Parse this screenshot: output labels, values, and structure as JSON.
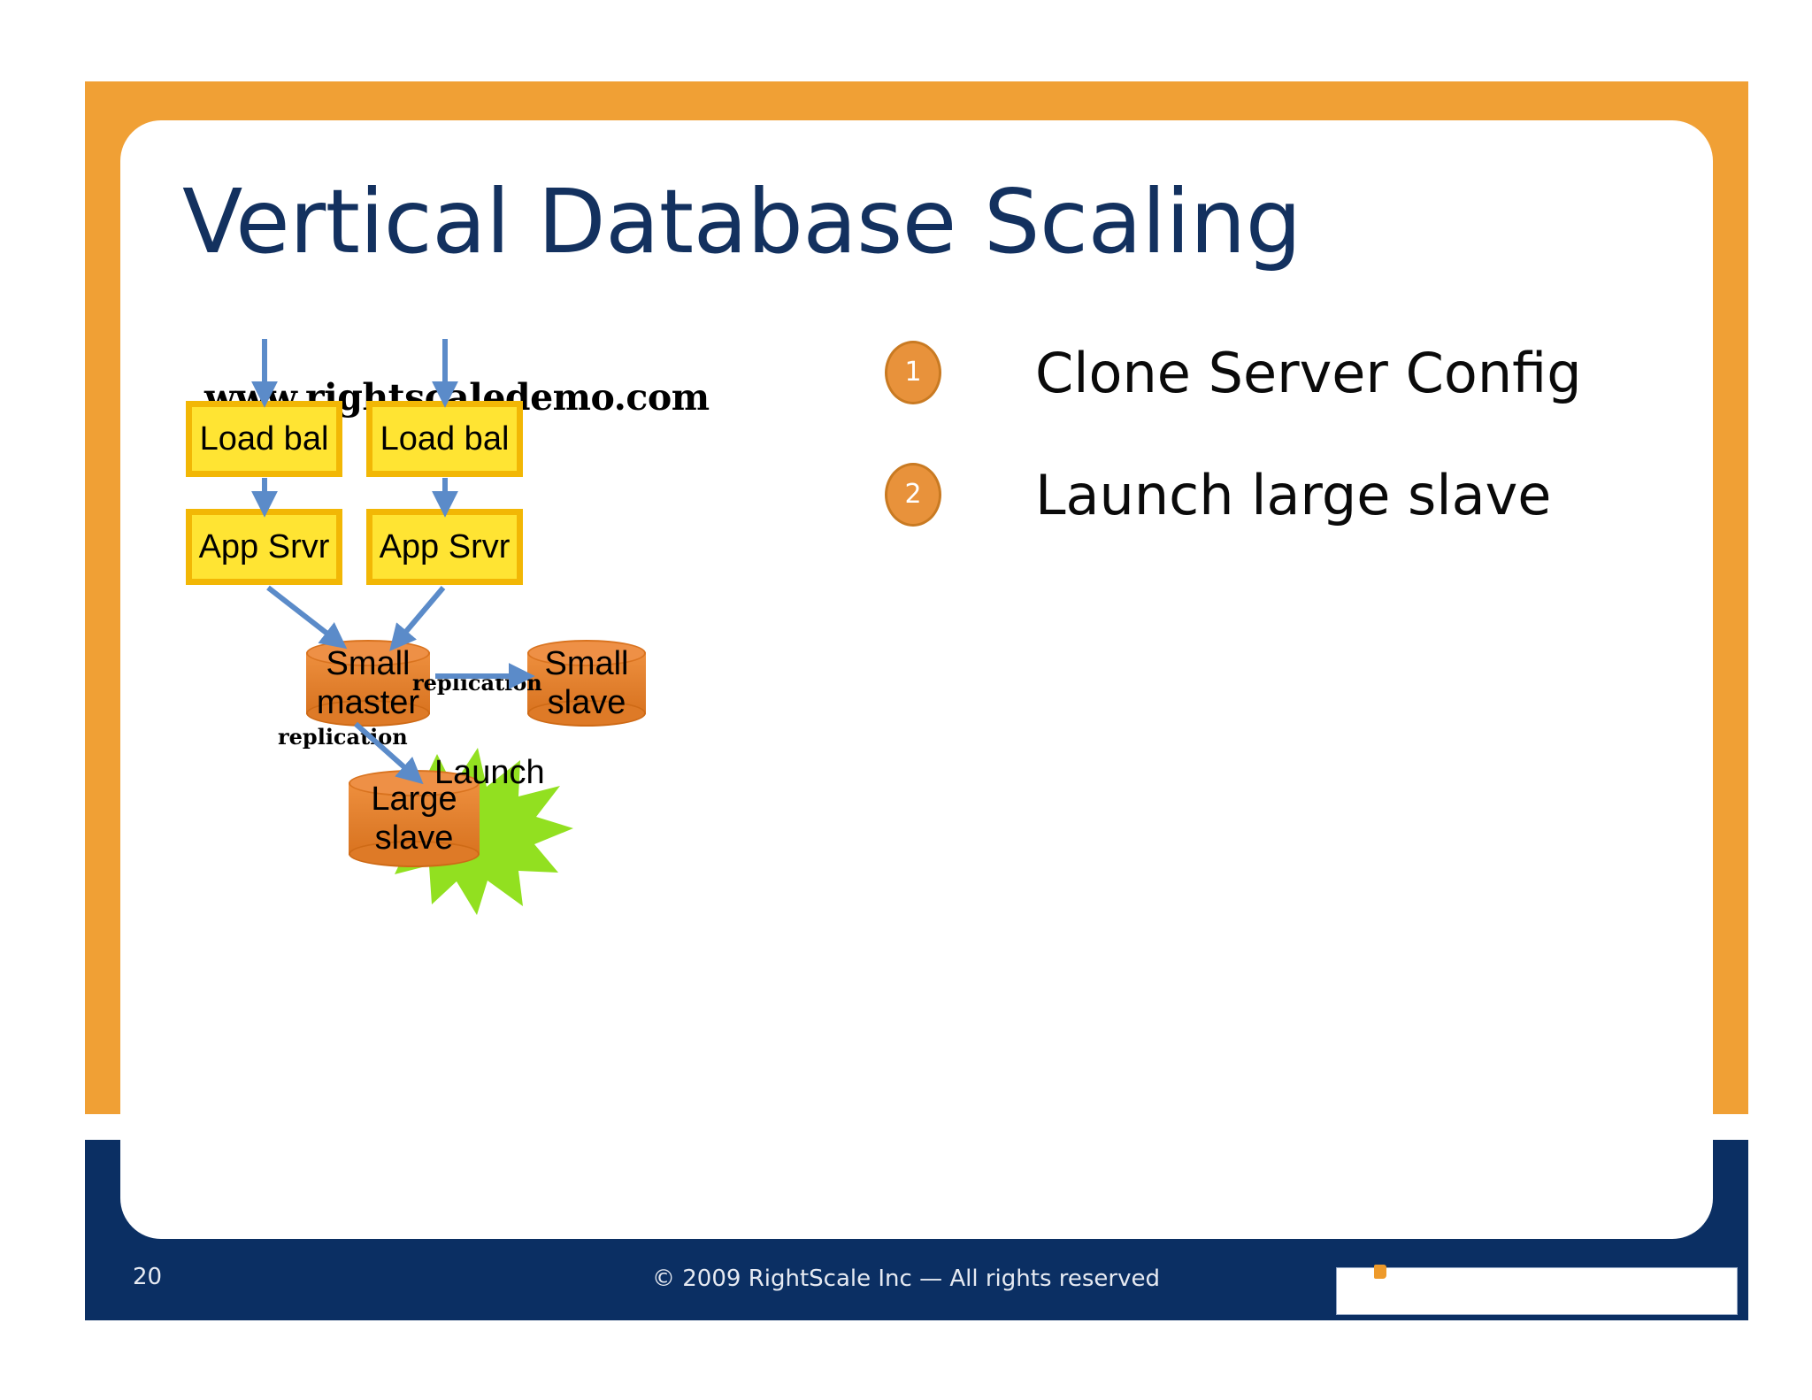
{
  "slide": {
    "title": "Vertical Database Scaling",
    "page_number": "20",
    "copyright": "© 2009 RightScale Inc — All rights reserved",
    "colors": {
      "frame_orange": "#F0A035",
      "band_navy": "#0B2F63",
      "title_navy": "#13315F",
      "box_yellow": "#FFE433",
      "box_border": "#F2B705",
      "cylinder_orange": "#EE8F3E",
      "arrow_blue": "#5B8BC9",
      "burst_green": "#92E020",
      "badge_orange": "#E8923B"
    }
  },
  "steps": [
    {
      "number": "1",
      "label": "Clone Server Config"
    },
    {
      "number": "2",
      "label": "Launch large slave"
    }
  ],
  "diagram": {
    "domain": "www.rightscaledemo.com",
    "boxes": [
      {
        "id": "load-bal-1",
        "label": "Load bal"
      },
      {
        "id": "load-bal-2",
        "label": "Load bal"
      },
      {
        "id": "app-srvr-1",
        "label": "App Srvr"
      },
      {
        "id": "app-srvr-2",
        "label": "App Srvr"
      }
    ],
    "databases": [
      {
        "id": "small-master",
        "line1": "Small",
        "line2": "master"
      },
      {
        "id": "small-slave",
        "line1": "Small",
        "line2": "slave"
      },
      {
        "id": "large-slave",
        "line1": "Large",
        "line2": "slave"
      }
    ],
    "edge_labels": [
      {
        "id": "replication-horizontal",
        "text": "replication"
      },
      {
        "id": "replication-vertical",
        "text": "replication"
      }
    ],
    "burst": {
      "label": "Launch"
    }
  }
}
